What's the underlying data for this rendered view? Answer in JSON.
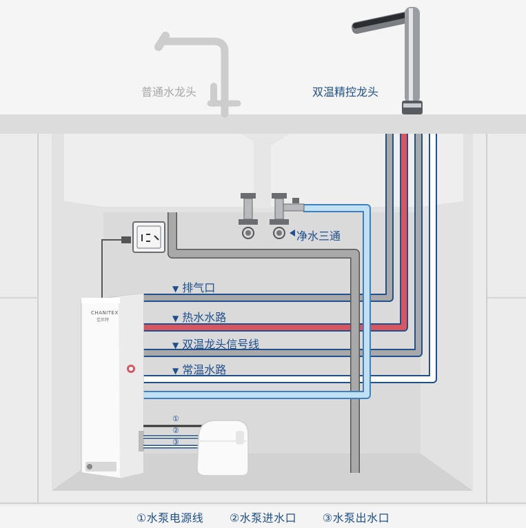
{
  "labels": {
    "normal_faucet": "普通水龙头",
    "smart_faucet": "双温精控龙头",
    "tee": "净水三通",
    "vent": "排气口",
    "hot_water": "热水水路",
    "signal": "双温龙头信号线",
    "normal_water": "常温水路"
  },
  "brand": {
    "name": "CHANITEX",
    "sub": "佳尼特"
  },
  "pump_lines": {
    "n1": "①",
    "n2": "②",
    "n3": "③"
  },
  "legend": {
    "item1": "①水泵电源线",
    "item2": "②水泵进水口",
    "item3": "③水泵出水口"
  },
  "colors": {
    "accent": "#1f4f8c",
    "hot": "#d9555f",
    "pipe_gray": "#a9a9a9",
    "pipe_blue": "#7fc1ea"
  }
}
